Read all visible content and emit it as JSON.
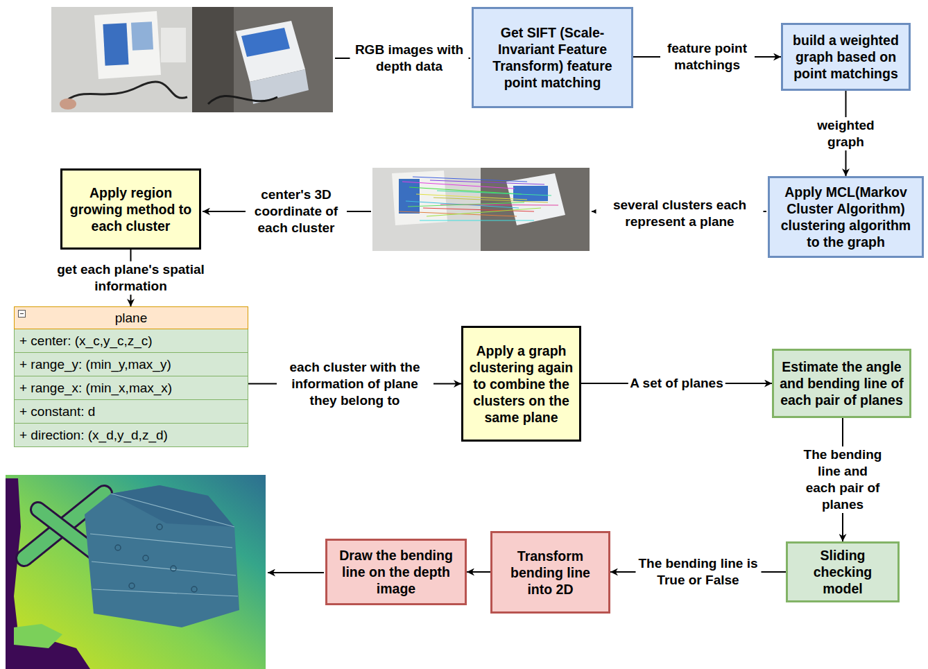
{
  "diagram": {
    "nodes": [
      {
        "text": [
          "Get SIFT (Scale-Invariant Feature Transform) feature point matching"
        ]
      },
      {
        "text": [
          "build a weighted graph based on point matchings"
        ]
      },
      {
        "text": [
          "Apply MCL(Markov Cluster Algorithm) clustering algorithm to the graph"
        ]
      },
      {
        "text": [
          "Apply region growing method to each cluster"
        ]
      },
      {
        "text": [
          "plane",
          "+ center: (x_c,y_c,z_c)",
          "+ range_y: (min_y,max_y)",
          "+ range_x: (min_x,max_x)",
          "+ constant: d",
          "+ direction: (x_d,y_d,z_d)"
        ]
      },
      {
        "text": [
          "Apply a graph clustering again to combine the clusters on the same plane"
        ]
      },
      {
        "text": [
          "Estimate the angle and bending line of each pair of planes"
        ]
      },
      {
        "text": [
          "Sliding checking model"
        ]
      },
      {
        "text": [
          "Transform bending line into 2D"
        ]
      },
      {
        "text": [
          "Draw the bending line on the depth image"
        ]
      }
    ],
    "edges": [
      {
        "from": 0,
        "to": 1,
        "arrow": "to",
        "label": "feature point matchings"
      },
      {
        "from": 1,
        "to": 2,
        "arrow": "to",
        "label": "weighted graph"
      },
      {
        "from": 3,
        "to": 4,
        "arrow": "to",
        "label": "get each plane's spatial information"
      },
      {
        "from": 4,
        "to": 5,
        "arrow": "to",
        "label": "each cluster with the information of plane they belong to"
      },
      {
        "from": 5,
        "to": 6,
        "arrow": "to",
        "label": "A set of planes"
      },
      {
        "from": 6,
        "to": 7,
        "arrow": "to",
        "label": "The bending line and each pair of planes"
      },
      {
        "from": 7,
        "to": 8,
        "arrow": "to",
        "label": "The bending line is True or False"
      },
      {
        "from": 8,
        "to": 9,
        "arrow": "to"
      }
    ],
    "labels": [
      "RGB images with depth data",
      "several clusters each represent a plane",
      "center's 3D coordinate of each cluster"
    ]
  }
}
